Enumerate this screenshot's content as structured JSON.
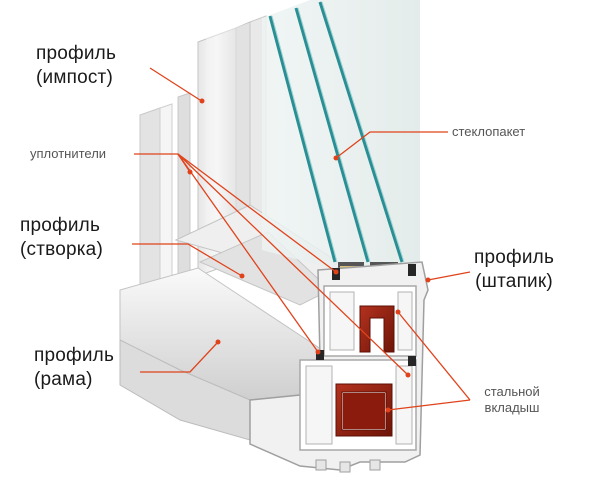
{
  "labels": {
    "impost": [
      "профиль",
      "(импост)"
    ],
    "uplotniteli": "уплотнители",
    "stvorka": [
      "профиль",
      "(створка)"
    ],
    "rama": [
      "профиль",
      "(рама)"
    ],
    "steklopaket": "стеклопакет",
    "shtapik": [
      "профиль",
      "(штапик)"
    ],
    "vkladysh": [
      "стальной",
      "вкладыш"
    ]
  },
  "colors": {
    "leader": "#e0431b",
    "pvc_light": "#f4f4f4",
    "pvc_mid": "#d9d9d9",
    "pvc_dark": "#a9a9a9",
    "glass": "#2a8f95",
    "steel": "#8a1b0d"
  }
}
